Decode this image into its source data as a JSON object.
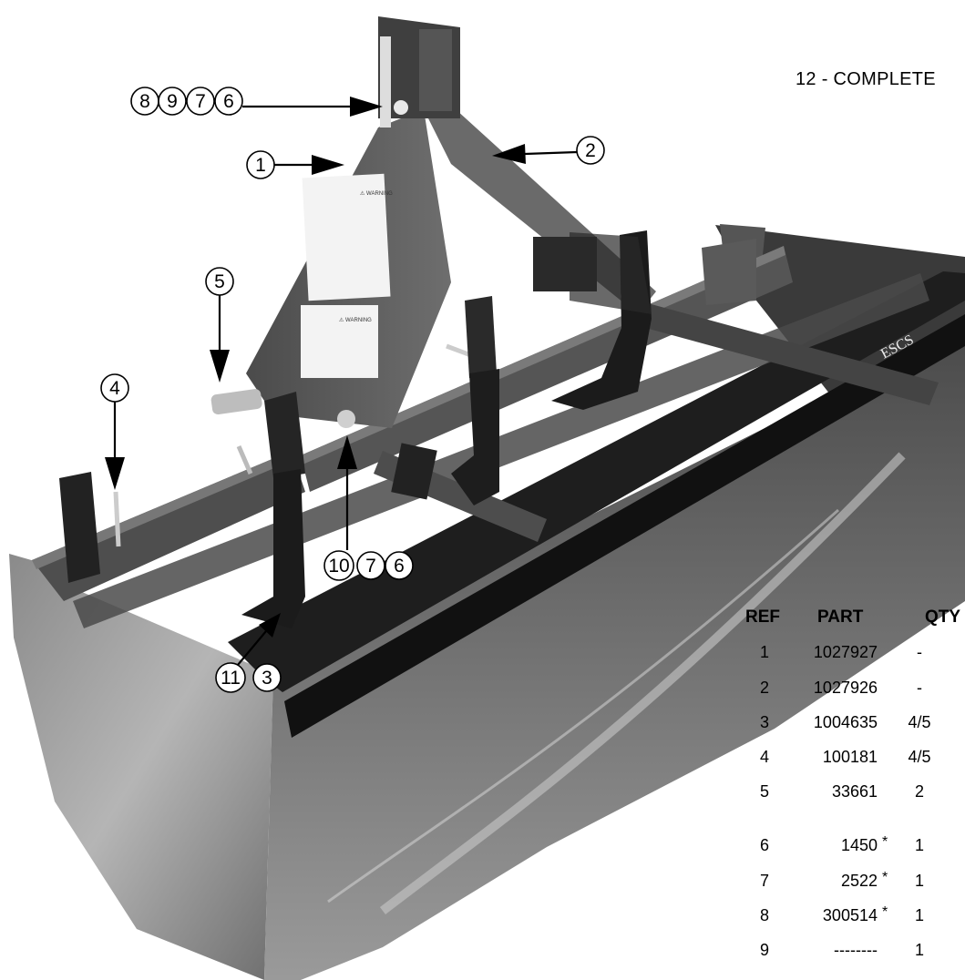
{
  "heading": "12 - COMPLETE",
  "callouts": {
    "c1": [
      "1"
    ],
    "c2": [
      "2"
    ],
    "c4": [
      "4"
    ],
    "c5": [
      "5"
    ],
    "c8976": [
      "8",
      "9",
      "7",
      "6"
    ],
    "c1076": [
      "10",
      "7",
      "6"
    ],
    "c113": [
      "11",
      "3"
    ]
  },
  "photo_labels": {
    "warning_1": "⚠ WARNING",
    "warning_2": "⚠ WARNING",
    "brand": "ESCS"
  },
  "parts_table": {
    "headers": {
      "ref": "REF",
      "part": "PART",
      "qty": "QTY"
    },
    "rows": [
      {
        "ref": "1",
        "part": "1027927",
        "star": "",
        "qty": "-"
      },
      {
        "ref": "2",
        "part": "1027926",
        "star": "",
        "qty": "-"
      },
      {
        "ref": "3",
        "part": "1004635",
        "star": "",
        "qty": "4/5"
      },
      {
        "ref": "4",
        "part": "100181",
        "star": "",
        "qty": "4/5"
      },
      {
        "ref": "5",
        "part": "33661",
        "star": "",
        "qty": "2"
      },
      {
        "ref": "6",
        "part": "1450",
        "star": "*",
        "qty": "1"
      },
      {
        "ref": "7",
        "part": "2522",
        "star": "*",
        "qty": "1"
      },
      {
        "ref": "8",
        "part": "300514",
        "star": "*",
        "qty": "1"
      },
      {
        "ref": "9",
        "part": "--------",
        "star": "",
        "qty": "1"
      }
    ]
  }
}
